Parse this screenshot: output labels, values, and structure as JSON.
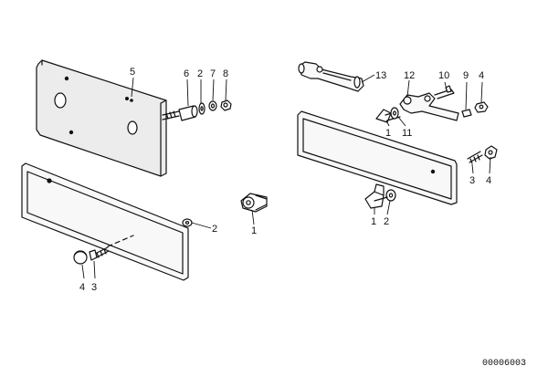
{
  "diagram": {
    "document_code": "00006003",
    "left_labels": [
      "5",
      "6",
      "2",
      "7",
      "8",
      "2",
      "1",
      "4",
      "3"
    ],
    "right_labels": [
      "13",
      "12",
      "10",
      "9",
      "4",
      "1",
      "11",
      "3",
      "4",
      "1",
      "2"
    ]
  },
  "colors": {
    "ink": "#111111",
    "paper": "#ffffff",
    "plate_fill": "#ececec",
    "plate_inner": "#f8f8f8"
  }
}
